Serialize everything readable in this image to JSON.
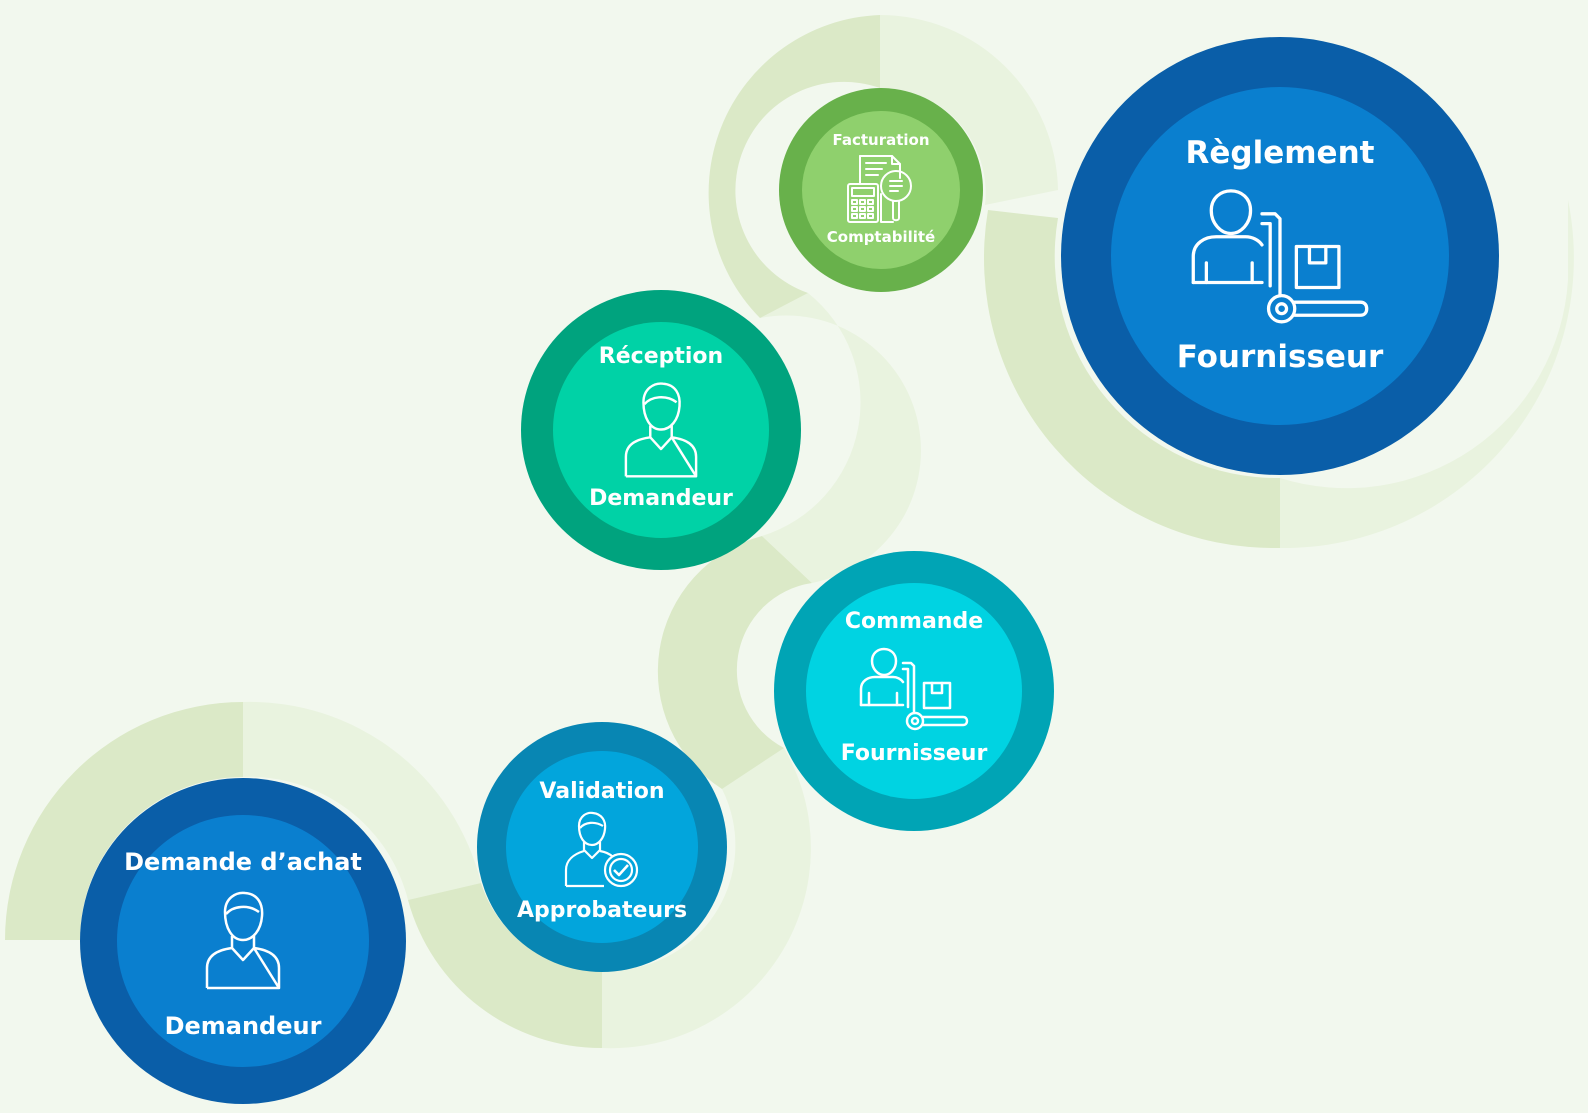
{
  "steps": [
    {
      "id": "demande-achat",
      "title": "Demande d’achat",
      "actor": "Demandeur",
      "icon": "person-icon",
      "outer_color": "#0a5ea8",
      "inner_color": "#0a7fcf"
    },
    {
      "id": "validation",
      "title": "Validation",
      "actor": "Approbateurs",
      "icon": "person-check-icon",
      "outer_color": "#0886b3",
      "inner_color": "#02a5dc"
    },
    {
      "id": "commande",
      "title": "Commande",
      "actor": "Fournisseur",
      "icon": "supplier-cart-icon",
      "outer_color": "#00a4b5",
      "inner_color": "#00d3e2"
    },
    {
      "id": "reception",
      "title": "Réception",
      "actor": "Demandeur",
      "icon": "person-icon",
      "outer_color": "#00a37e",
      "inner_color": "#00d2a6"
    },
    {
      "id": "facturation",
      "title": "Facturation",
      "actor": "Comptabilité",
      "icon": "invoice-calculator-icon",
      "outer_color": "#68b14b",
      "inner_color": "#8fd06d"
    },
    {
      "id": "reglement",
      "title": "Règlement",
      "actor": "Fournisseur",
      "icon": "supplier-cart-icon",
      "outer_color": "#0a5ea8",
      "inner_color": "#0a7fcf"
    }
  ],
  "colors": {
    "background": "#f2f8ee",
    "path_dark": "#dbe9c7",
    "path_light": "#e9f3df",
    "text": "#ffffff"
  }
}
